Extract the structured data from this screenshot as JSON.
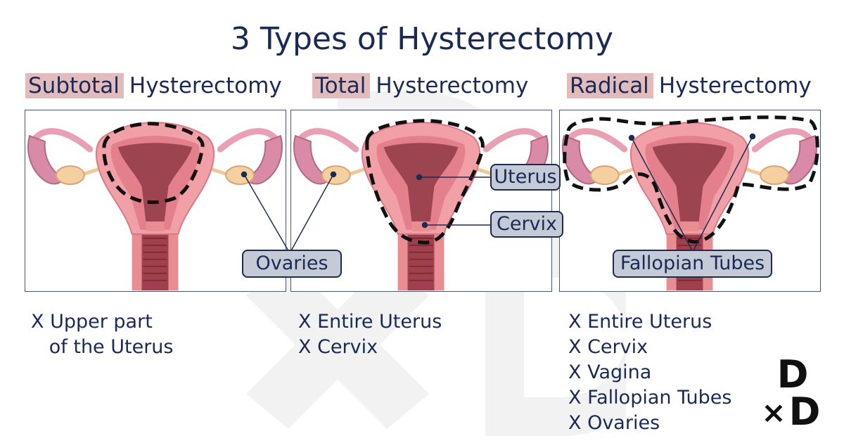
{
  "title": "3 Types of Hysterectomy",
  "sections": [
    {
      "highlight": "Subtotal",
      "rest": "Hysterectomy",
      "items": [
        "X Upper part",
        "   of the Uterus"
      ]
    },
    {
      "highlight": "Total",
      "rest": "Hysterectomy",
      "items": [
        "X Entire Uterus",
        "X Cervix"
      ]
    },
    {
      "highlight": "Radical",
      "rest": "Hysterectomy",
      "items": [
        "X Entire Uterus",
        "X Cervix",
        "X Vagina",
        "X Fallopian Tubes",
        "X Ovaries"
      ]
    }
  ],
  "labels": {
    "ovaries": "Ovaries",
    "uterus": "Uterus",
    "cervix": "Cervix",
    "fallopian_tubes": "Fallopian Tubes"
  },
  "logo": {
    "top": "D",
    "bottom": "D",
    "mark": "×"
  },
  "colors": {
    "text": "#1b2a55",
    "highlight": "#e2bcbd",
    "label_bg": "#c5cad7",
    "uterus_outer": "#f0a0a6",
    "uterus_inner": "#9c4450",
    "ovary": "#f4cfa0"
  }
}
